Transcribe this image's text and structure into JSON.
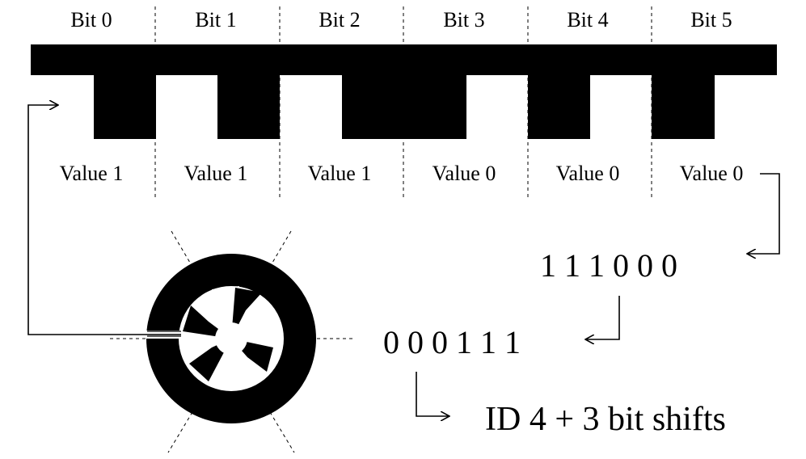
{
  "diagram": {
    "bits": [
      {
        "label": "Bit 0",
        "value": "Value 1",
        "bit": 1
      },
      {
        "label": "Bit 1",
        "value": "Value 1",
        "bit": 1
      },
      {
        "label": "Bit 2",
        "value": "Value 1",
        "bit": 1
      },
      {
        "label": "Bit 3",
        "value": "Value 0",
        "bit": 0
      },
      {
        "label": "Bit 4",
        "value": "Value 0",
        "bit": 0
      },
      {
        "label": "Bit 5",
        "value": "Value 0",
        "bit": 0
      }
    ],
    "sequence_read": "1 1 1 0 0 0",
    "sequence_reversed": "0 0 0 1 1 1",
    "result": "ID 4 + 3 bit shifts"
  }
}
